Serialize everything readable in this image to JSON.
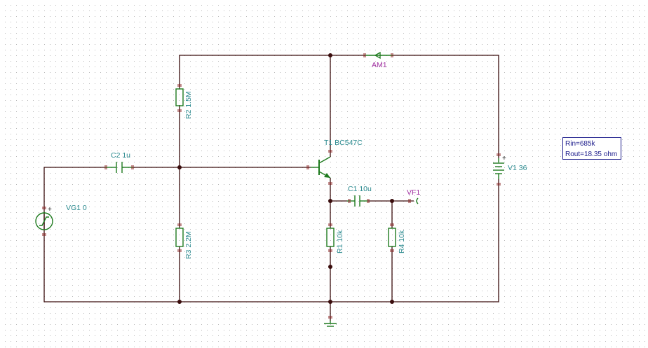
{
  "schematic": {
    "components": {
      "r2": {
        "ref": "R2",
        "value": "1.5M",
        "label": "R2 1.5M"
      },
      "r3": {
        "ref": "R3",
        "value": "2.2M",
        "label": "R3 2.2M"
      },
      "r1": {
        "ref": "R1",
        "value": "10k",
        "label": "R1 10k"
      },
      "r4": {
        "ref": "R4",
        "value": "10k",
        "label": "R4 10k"
      },
      "c2": {
        "ref": "C2",
        "value": "1u",
        "label": "C2 1u"
      },
      "c1": {
        "ref": "C1",
        "value": "10u",
        "label": "C1 10u"
      },
      "t1": {
        "ref": "T1",
        "value": "BC547C",
        "label": "T1 BC547C"
      },
      "v1": {
        "ref": "V1",
        "value": "36",
        "label": "V1 36"
      },
      "vg1": {
        "ref": "VG1",
        "value": "0",
        "label": "VG1 0"
      },
      "am1": {
        "ref": "AM1",
        "label": "AM1"
      },
      "vf1": {
        "ref": "VF1",
        "label": "VF1"
      }
    },
    "polarity_mark": "+",
    "results": {
      "rin": "Rin=685k",
      "rout": "Rout=18.35 ohm"
    },
    "colors": {
      "wire": "#3a0d0d",
      "component": "#1e7a1e",
      "label": "#2b8a8f",
      "meter_label": "#a030a0",
      "result_text": "#1a1a8a"
    }
  }
}
